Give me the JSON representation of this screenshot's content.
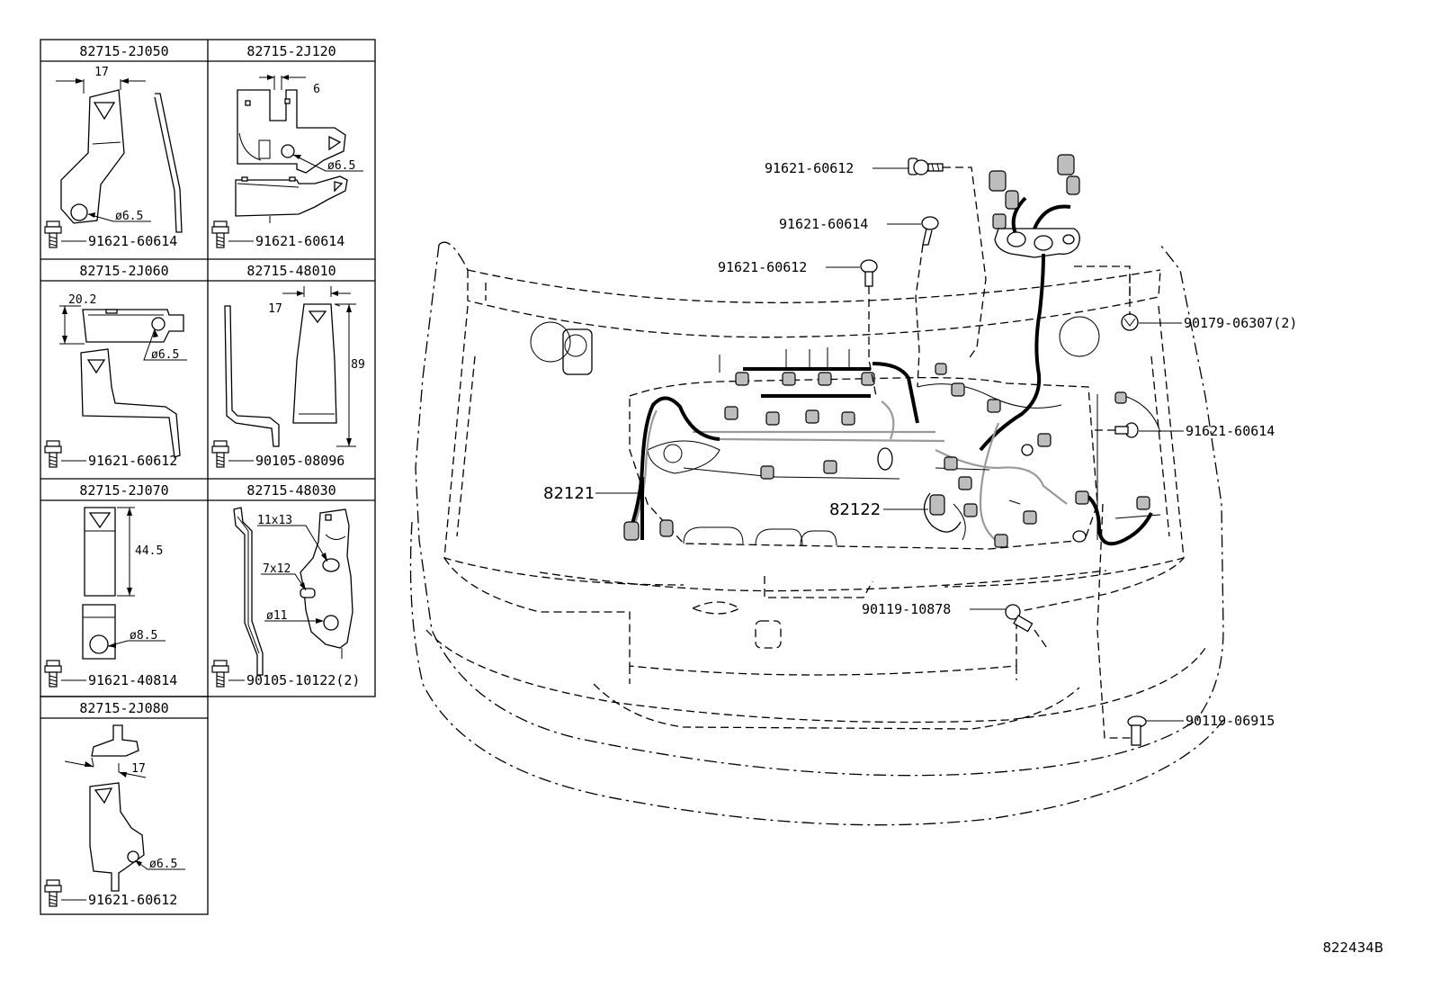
{
  "inset_table": {
    "cells": [
      {
        "part": "82715-2J050",
        "bolt": "91621-60614",
        "dims": [
          "17",
          "ø6.5"
        ]
      },
      {
        "part": "82715-2J120",
        "bolt": "91621-60614",
        "dims": [
          "6",
          "ø6.5"
        ]
      },
      {
        "part": "82715-2J060",
        "bolt": "91621-60612",
        "dims": [
          "20.2",
          "ø6.5"
        ]
      },
      {
        "part": "82715-48010",
        "bolt": "90105-08096",
        "dims": [
          "17",
          "89"
        ]
      },
      {
        "part": "82715-2J070",
        "bolt": "91621-40814",
        "dims": [
          "44.5",
          "ø8.5"
        ]
      },
      {
        "part": "82715-48030",
        "bolt": "90105-10122(2)",
        "dims": [
          "11x13",
          "7x12",
          "ø11"
        ]
      },
      {
        "part": "82715-2J080",
        "bolt": "91621-60612",
        "dims": [
          "17",
          "ø6.5"
        ]
      }
    ]
  },
  "callouts": {
    "bolt_top1": "91621-60612",
    "bolt_top2": "91621-60614",
    "bolt_top3": "91621-60612",
    "clip_right": "90179-06307(2)",
    "bolt_right": "91621-60614",
    "harness_left": "82121",
    "harness_right": "82122",
    "bolt_front": "90119-10878",
    "bolt_bottom_right": "90119-06915"
  },
  "figure_id": "822434B"
}
